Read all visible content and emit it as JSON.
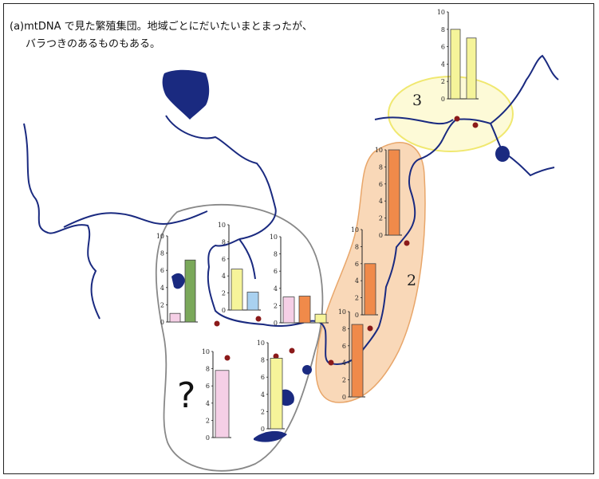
{
  "caption": {
    "line1": "(a)mtDNA で見た繁殖集団。地域ごとにだいたいまとまったが、",
    "line2": "バラつきのあるものもある。"
  },
  "regions": [
    {
      "id": "region-3",
      "label": "3",
      "color": "#f5f08a"
    },
    {
      "id": "region-2",
      "label": "2",
      "color": "#f7c79a"
    },
    {
      "id": "region-unknown",
      "label": "?",
      "color": "#888888"
    }
  ],
  "colors": {
    "river": "#1a2a80",
    "lake": "#1a2a80",
    "site": "#8b1a1a",
    "green": "#7aa85a",
    "yellow": "#f6f49a",
    "blue": "#a9d1f0",
    "pink": "#f5cfe6",
    "orange": "#f08a4a"
  },
  "chart_data": [
    {
      "type": "bar",
      "ylim": [
        0,
        10
      ],
      "yticks": [
        "0",
        "2",
        "4",
        "6",
        "8",
        "10"
      ],
      "bars": [
        {
          "color": "#f5f49a",
          "value": 8
        },
        {
          "color": "#f5f49a",
          "value": 7
        }
      ]
    },
    {
      "type": "bar",
      "ylim": [
        0,
        10
      ],
      "yticks": [
        "0",
        "2",
        "4",
        "6",
        "8",
        "10"
      ],
      "bars": [
        {
          "color": "#f08a4a",
          "value": 10
        }
      ]
    },
    {
      "type": "bar",
      "ylim": [
        0,
        10
      ],
      "yticks": [
        "0",
        "2",
        "4",
        "6",
        "8",
        "10"
      ],
      "bars": [
        {
          "color": "#f08a4a",
          "value": 6
        }
      ]
    },
    {
      "type": "bar",
      "ylim": [
        0,
        10
      ],
      "yticks": [
        "0",
        "2",
        "4",
        "6",
        "8",
        "10"
      ],
      "bars": [
        {
          "color": "#f08a4a",
          "value": 8.5
        }
      ]
    },
    {
      "type": "bar",
      "ylim": [
        0,
        10
      ],
      "yticks": [
        "0",
        "2",
        "4",
        "6",
        "8",
        "10"
      ],
      "bars": [
        {
          "color": "#f5cfe6",
          "value": 1
        },
        {
          "color": "#7aa85a",
          "value": 7.2
        }
      ]
    },
    {
      "type": "bar",
      "ylim": [
        0,
        10
      ],
      "yticks": [
        "0",
        "2",
        "4",
        "6",
        "8",
        "10"
      ],
      "bars": [
        {
          "color": "#f6f49a",
          "value": 4.8
        },
        {
          "color": "#a9d1f0",
          "value": 2.1
        }
      ]
    },
    {
      "type": "bar",
      "ylim": [
        0,
        10
      ],
      "yticks": [
        "0",
        "2",
        "4",
        "6",
        "8",
        "10"
      ],
      "bars": [
        {
          "color": "#f5cfe6",
          "value": 3
        },
        {
          "color": "#f08a4a",
          "value": 3.1
        },
        {
          "color": "#f6f49a",
          "value": 1
        }
      ]
    },
    {
      "type": "bar",
      "ylim": [
        0,
        10
      ],
      "yticks": [
        "0",
        "2",
        "4",
        "6",
        "8",
        "10"
      ],
      "bars": [
        {
          "color": "#f5cfe6",
          "value": 7.8
        }
      ]
    },
    {
      "type": "bar",
      "ylim": [
        0,
        10
      ],
      "yticks": [
        "0",
        "2",
        "4",
        "6",
        "8",
        "10"
      ],
      "bars": [
        {
          "color": "#f6f49a",
          "value": 8.2
        }
      ]
    }
  ]
}
